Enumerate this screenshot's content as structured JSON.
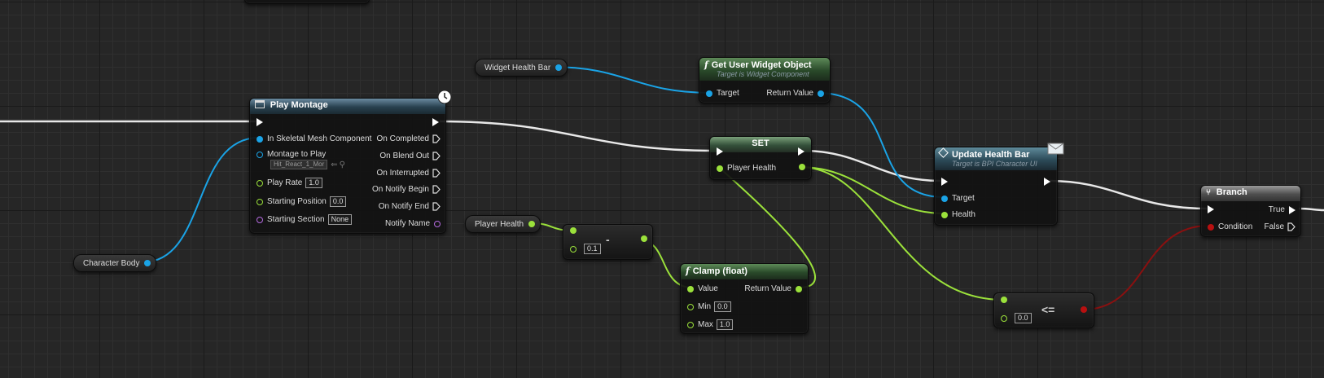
{
  "colors": {
    "exec": "#ffffff",
    "object_pin": "#1aa3e6",
    "float_pin": "#9be13b",
    "bool_pin": "#b81010",
    "name_pin": "#b56be0"
  },
  "vars": {
    "character_body": "Character Body",
    "widget_health_bar": "Widget Health Bar",
    "player_health": "Player Health"
  },
  "play_montage": {
    "title": "Play Montage",
    "inputs": {
      "in_mesh": "In Skeletal Mesh Component",
      "montage": "Montage to Play",
      "montage_value": "Hit_React_1_Mor",
      "play_rate": "Play Rate",
      "play_rate_value": "1.0",
      "start_pos": "Starting Position",
      "start_pos_value": "0.0",
      "start_section": "Starting Section",
      "start_section_value": "None"
    },
    "outputs": {
      "completed": "On Completed",
      "blend_out": "On Blend Out",
      "interrupted": "On Interrupted",
      "notify_begin": "On Notify Begin",
      "notify_end": "On Notify End",
      "notify_name": "Notify Name"
    }
  },
  "get_widget": {
    "title": "Get User Widget Object",
    "subtitle": "Target is Widget Component",
    "target": "Target",
    "return": "Return Value"
  },
  "set_node": {
    "title": "SET",
    "pin": "Player Health"
  },
  "update_health": {
    "title": "Update Health Bar",
    "subtitle": "Target is BPI Character UI",
    "target": "Target",
    "health": "Health"
  },
  "branch": {
    "title": "Branch",
    "true": "True",
    "false": "False",
    "condition": "Condition"
  },
  "subtract": {
    "symbol": "-",
    "value": "0.1"
  },
  "clamp": {
    "title": "Clamp (float)",
    "value": "Value",
    "min": "Min",
    "min_value": "0.0",
    "max": "Max",
    "max_value": "1.0",
    "return": "Return Value"
  },
  "compare": {
    "symbol": "<=",
    "value": "0.0"
  }
}
